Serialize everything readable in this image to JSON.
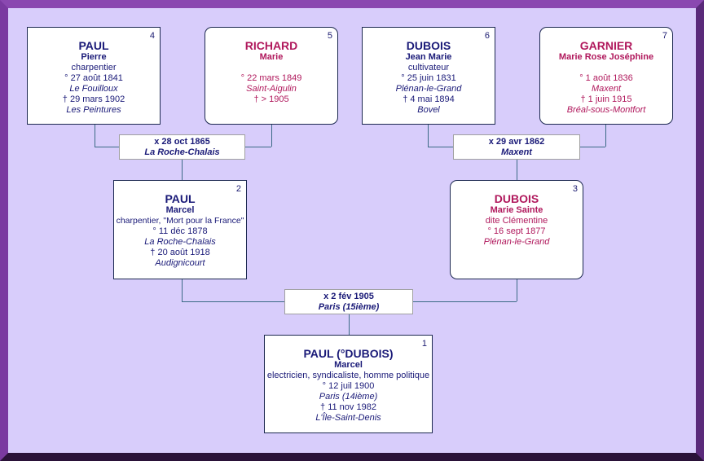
{
  "persons": {
    "p1": {
      "num": "1",
      "surname": "PAUL (°DUBOIS)",
      "given": "Marcel",
      "lines": [
        "electricien, syndicaliste, homme politique",
        "° 12 juil 1900"
      ],
      "birth_place": "Paris (14ième)",
      "death": "† 11 nov 1982",
      "death_place": "L'Île-Saint-Denis"
    },
    "p2": {
      "num": "2",
      "surname": "PAUL",
      "given": "Marcel",
      "occupation": "charpentier, \"Mort pour la France\"",
      "birth": "° 11 déc 1878",
      "birth_place": "La Roche-Chalais",
      "death": "† 20 août 1918",
      "death_place": "Audignicourt"
    },
    "p3": {
      "num": "3",
      "surname": "DUBOIS",
      "given": "Marie Sainte",
      "alias": "dite Clémentine",
      "birth": "° 16 sept 1877",
      "birth_place": "Plénan-le-Grand"
    },
    "p4": {
      "num": "4",
      "surname": "PAUL",
      "given": "Pierre",
      "occupation": "charpentier",
      "birth": "° 27 août 1841",
      "birth_place": "Le Fouilloux",
      "death": "† 29 mars 1902",
      "death_place": "Les Peintures"
    },
    "p5": {
      "num": "5",
      "surname": "RICHARD",
      "given": "Marie",
      "birth": "° 22 mars 1849",
      "birth_place": "Saint-Aigulin",
      "death": "† > 1905"
    },
    "p6": {
      "num": "6",
      "surname": "DUBOIS",
      "given": "Jean Marie",
      "occupation": "cultivateur",
      "birth": "° 25 juin 1831",
      "birth_place": "Plénan-le-Grand",
      "death": "† 4 mai 1894",
      "death_place": "Bovel"
    },
    "p7": {
      "num": "7",
      "surname": "GARNIER",
      "given": "Marie Rose Joséphine",
      "birth": "° 1 août 1836",
      "birth_place": "Maxent",
      "death": "† 1 juin 1915",
      "death_place": "Bréal-sous-Montfort"
    }
  },
  "marriages": {
    "m45": {
      "date": "x 28 oct 1865",
      "place": "La Roche-Chalais"
    },
    "m67": {
      "date": "x 29 avr 1862",
      "place": "Maxent"
    },
    "m23": {
      "date": "x 2 fév 1905",
      "place": "Paris (15ième)"
    }
  },
  "colors": {
    "male": "#1a1a78",
    "female": "#b0185c",
    "background": "#d8cdfb",
    "connector": "#3c6a86"
  }
}
